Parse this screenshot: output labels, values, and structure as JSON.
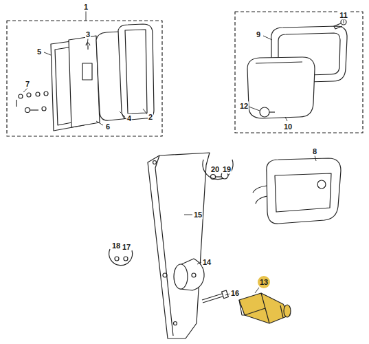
{
  "diagram": {
    "labels": [
      "1",
      "11",
      "3",
      "9",
      "5",
      "7",
      "12",
      "6",
      "4",
      "2",
      "10",
      "8",
      "20",
      "19",
      "15",
      "18",
      "17",
      "14",
      "16",
      "13"
    ]
  }
}
